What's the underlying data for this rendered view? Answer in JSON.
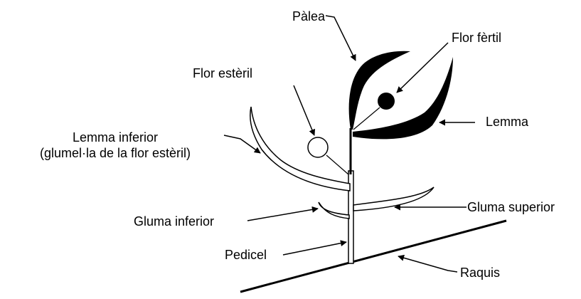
{
  "diagram": {
    "labels": {
      "palea": "Pàlea",
      "fertile_flower": "Flor fèrtil",
      "sterile_flower": "Flor estèril",
      "lower_lemma_line1": "Lemma inferior",
      "lower_lemma_line2": "(glumel·la de la flor estèril)",
      "lemma": "Lemma",
      "upper_glume": "Gluma superior",
      "lower_glume": "Gluma inferior",
      "pedicel": "Pedicel",
      "rachis": "Raquis"
    },
    "colors": {
      "ink": "#000000",
      "background": "#ffffff"
    }
  }
}
